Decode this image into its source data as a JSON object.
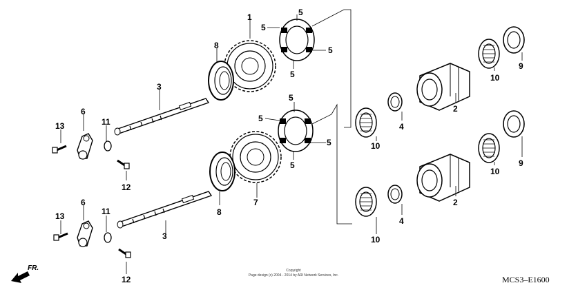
{
  "diagram": {
    "callouts": {
      "gear_top": "1",
      "ring_top": [
        "5",
        "5",
        "5",
        "5"
      ],
      "ring_bottom": [
        "5",
        "5",
        "5",
        "5"
      ],
      "seal_top": "8",
      "seal_bottom": "8",
      "shaft_top": "3",
      "shaft_bottom": "3",
      "arm_top": "6",
      "arm_bottom": "6",
      "bolt_top": "13",
      "bolt_bottom": "13",
      "washer_top": "11",
      "washer_bottom": "11",
      "pin_top": "12",
      "pin_bottom": "12",
      "gear_bottom": "7",
      "holder_top": "2",
      "holder_bottom": "2",
      "sleeve_top": "4",
      "sleeve_bottom": "4",
      "bearing_left_top": "10",
      "bearing_left_bottom": "10",
      "bearing_right_top": "10",
      "bearing_right_bottom": "10",
      "washer9_top": "9",
      "washer9_bottom": "9"
    },
    "copyright_line1": "Copyright",
    "copyright_line2": "Page design (c) 2004 - 2014 by ARI Network Services, Inc.",
    "drawing_code": "MCS3–E1600",
    "front_arrow_label": "FR."
  }
}
